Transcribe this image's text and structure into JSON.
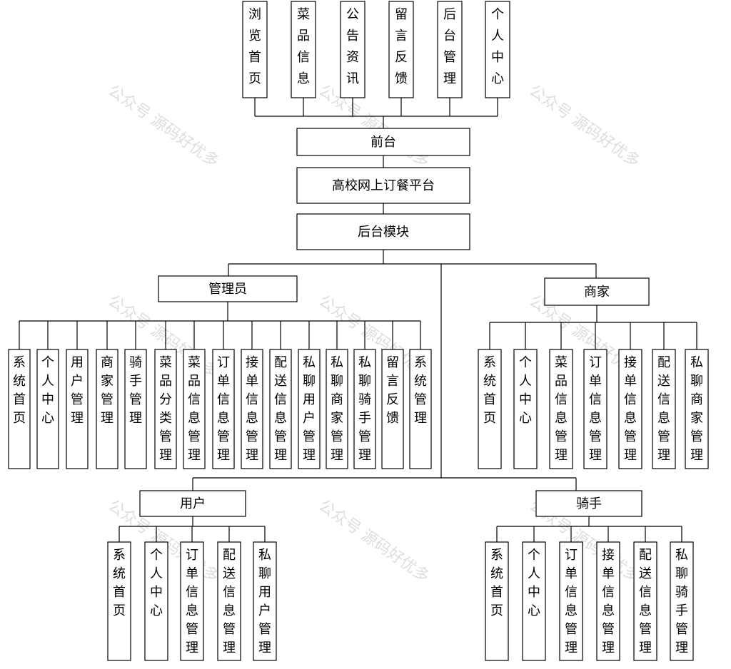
{
  "front_modules": [
    "浏览首页",
    "菜品信息",
    "公告资讯",
    "留言反馈",
    "后台管理",
    "个人中心"
  ],
  "front_label": "前台",
  "platform_label": "高校网上订餐平台",
  "backend_label": "后台模块",
  "roles": {
    "admin": {
      "label": "管理员",
      "items": [
        "系统首页",
        "个人中心",
        "用户管理",
        "商家管理",
        "骑手管理",
        "菜品分类管理",
        "菜品信息管理",
        "订单信息管理",
        "接单信息管理",
        "配送信息管理",
        "私聊用户管理",
        "私聊商家管理",
        "私聊骑手管理",
        "留言反馈",
        "系统管理"
      ]
    },
    "merchant": {
      "label": "商家",
      "items": [
        "系统首页",
        "个人中心",
        "菜品信息管理",
        "订单信息管理",
        "接单信息管理",
        "配送信息管理",
        "私聊商家管理"
      ]
    },
    "user": {
      "label": "用户",
      "items": [
        "系统首页",
        "个人中心",
        "订单信息管理",
        "配送信息管理",
        "私聊用户管理"
      ]
    },
    "rider": {
      "label": "骑手",
      "items": [
        "系统首页",
        "个人中心",
        "订单信息管理",
        "接单信息管理",
        "配送信息管理",
        "私聊骑手管理"
      ]
    }
  },
  "watermark": "公众号 源码好优多",
  "colors": {
    "line": "#000000",
    "box_fill": "#ffffff",
    "text": "#000000"
  }
}
